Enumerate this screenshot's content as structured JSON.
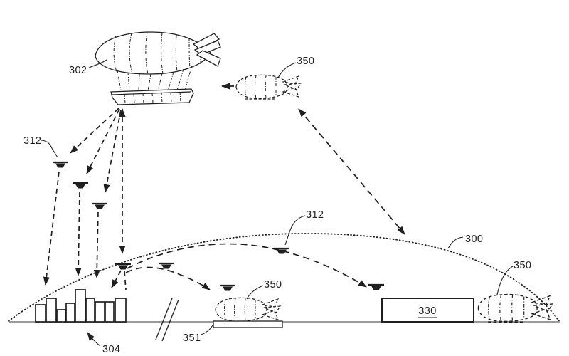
{
  "diagram": {
    "references": {
      "airship": "302",
      "drone_left": "312",
      "drone_mid": "312",
      "shuttle_top": "350",
      "shuttle_landed": "350",
      "shuttle_right": "350",
      "coverage_boundary": "300",
      "ground_facility": "330",
      "landing_pad": "351",
      "city": "304"
    },
    "colors": {
      "ink": "#1f1f1f",
      "ground_line": "#9b9b9b",
      "background": "#ffffff"
    }
  }
}
